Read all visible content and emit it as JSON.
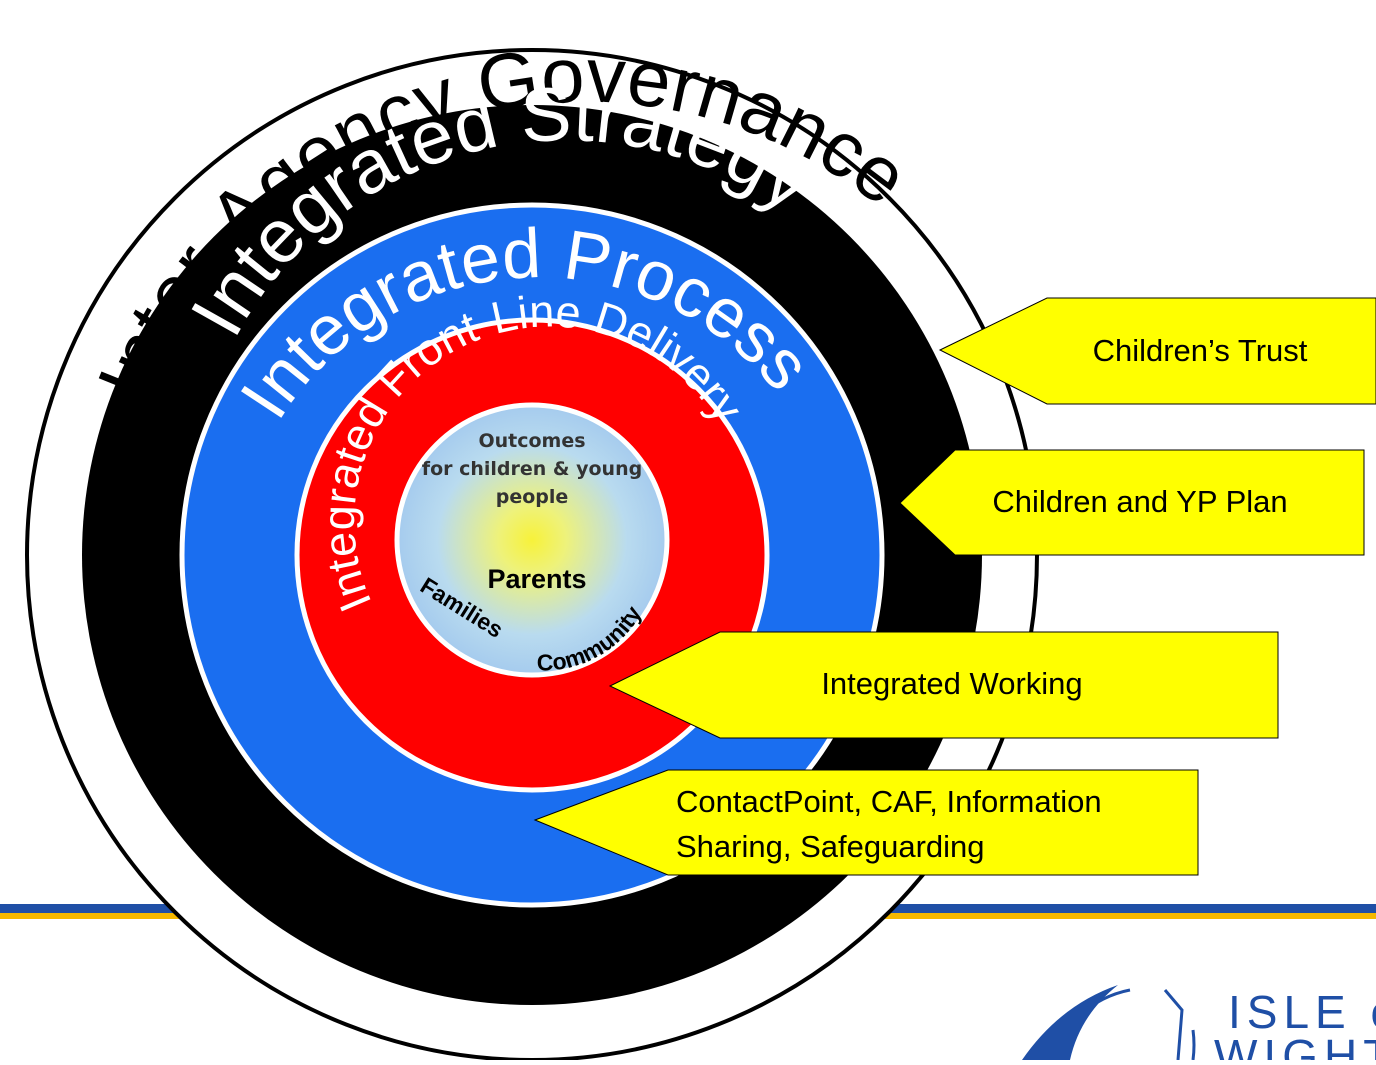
{
  "rings": {
    "governance": "Inter-Agency Governance",
    "strategy": "Integrated Strategy",
    "processes": "Integrated Processes",
    "delivery": "Integrated Front-Line Delivery"
  },
  "center": {
    "outcomes_line1": "Outcomes",
    "outcomes_line2": "for children & young",
    "outcomes_line3": "people",
    "parents": "Parents",
    "families": "Families",
    "community": "Community"
  },
  "callouts": {
    "childrens_trust": "Children’s Trust",
    "cyp_plan": "Children and YP Plan",
    "integrated_working": "Integrated Working",
    "contactpoint_line1": "ContactPoint, CAF, Information",
    "contactpoint_line2": "Sharing, Safeguarding"
  },
  "logo": {
    "text_line1": "ISLE of",
    "text_line2": "WIGHT"
  },
  "colors": {
    "governance_ring": "#ffffff",
    "strategy_ring": "#000000",
    "processes_ring": "#1a6ef0",
    "delivery_ring": "#ff0000",
    "center_glow": "#f5f24a",
    "center_edge": "#a8cff0",
    "callout_fill": "#ffff00",
    "band_blue": "#1f4fa6",
    "band_gold": "#f5b800"
  }
}
